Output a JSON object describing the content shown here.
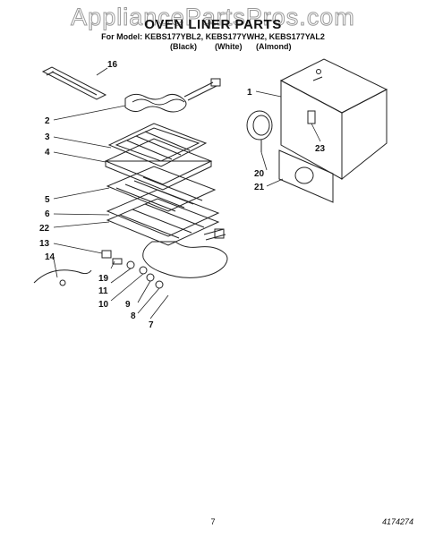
{
  "header": {
    "watermark": "AppliancePartsPros.com",
    "title": "OVEN LINER PARTS",
    "models": "For Model: KEBS177YBL2, KEBS177YWH2, KEBS177YAL2",
    "colors": [
      "(Black)",
      "(White)",
      "(Almond)"
    ]
  },
  "callouts": [
    "16",
    "1",
    "2",
    "3",
    "4",
    "23",
    "20",
    "21",
    "5",
    "6",
    "22",
    "13",
    "14",
    "19",
    "11",
    "10",
    "9",
    "8",
    "7"
  ],
  "footer": {
    "page_number": "7",
    "doc_code": "4174274"
  }
}
